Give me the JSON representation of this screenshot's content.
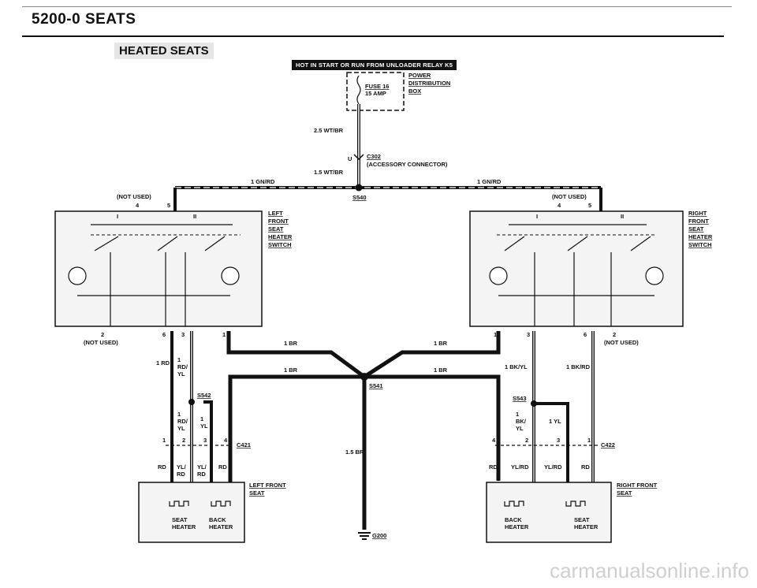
{
  "header": {
    "page_title": "5200-0   SEATS",
    "section_title": "HEATED SEATS"
  },
  "banner": "HOT IN START OR RUN FROM UNLOADER RELAY K5",
  "fuse": {
    "name": "FUSE 16",
    "rating": "15 AMP"
  },
  "power_box": [
    "POWER",
    "DISTRIBUTION",
    "BOX"
  ],
  "wires": {
    "feed": "2.5 WT/BR",
    "feed2": "1.5 WT/BR",
    "gnrd_left": "1 GN/RD",
    "gnrd_right": "1 GN/RD",
    "br1": "1 BR",
    "br2": "1 BR",
    "br3": "1 BR",
    "br4": "1 BR",
    "br_main": "1.5 BR",
    "rd_left": "1 RD",
    "rdyl_left": [
      "1",
      "RD/",
      "YL"
    ],
    "bkyl_right": "1 BK/YL",
    "bkrd_right": "1 BK/RD",
    "s542_rdyl": [
      "1",
      "RD/",
      "YL"
    ],
    "s542_yl": [
      "1",
      "YL"
    ],
    "s543_bkyl": [
      "1",
      "BK/",
      "YL"
    ],
    "s543_yl": "1 YL"
  },
  "connectors": {
    "c302": "C302",
    "c302_desc": "(ACCESSORY CONNECTOR)",
    "c302_u": "U",
    "s540": "S540",
    "s541": "S541",
    "s542": "S542",
    "s543": "S543",
    "c421": "C421",
    "c422": "C422",
    "g200": "G200"
  },
  "left_switch": {
    "name": [
      "LEFT",
      "FRONT",
      "SEAT",
      "HEATER",
      "SWITCH"
    ],
    "not_used_top": "(NOT USED)",
    "pin4": "4",
    "pin5": "5",
    "pos1": "I",
    "pos2": "II",
    "pin2": "2",
    "not_used_bottom": "(NOT USED)",
    "pin6": "6",
    "pin3": "3",
    "pin1": "1"
  },
  "right_switch": {
    "name": [
      "RIGHT",
      "FRONT",
      "SEAT",
      "HEATER",
      "SWITCH"
    ],
    "not_used_top": "(NOT USED)",
    "pin4": "4",
    "pin5": "5",
    "pos1": "I",
    "pos2": "II",
    "pin1": "1",
    "pin3": "3",
    "pin6": "6",
    "pin2": "2",
    "not_used_bottom": "(NOT USED)"
  },
  "left_connector_pins": {
    "p1": "1",
    "p2": "2",
    "p3": "3",
    "p4": "4"
  },
  "right_connector_pins": {
    "p4": "4",
    "p2": "2",
    "p3": "3",
    "p1": "1"
  },
  "left_seat": {
    "name": [
      "LEFT FRONT",
      "SEAT"
    ],
    "wire_rd": "RD",
    "wire_ylrd1": [
      "YL/",
      "RD"
    ],
    "wire_ylrd2": [
      "YL/",
      "RD"
    ],
    "wire_rd2": "RD",
    "heater1": [
      "SEAT",
      "HEATER"
    ],
    "heater2": [
      "BACK",
      "HEATER"
    ]
  },
  "right_seat": {
    "name": [
      "RIGHT FRONT",
      "SEAT"
    ],
    "wire_rd": "RD",
    "wire_ylrd1": "YL/RD",
    "wire_ylrd2": "YL/RD",
    "wire_rd2": "RD",
    "heater1": [
      "BACK",
      "HEATER"
    ],
    "heater2": [
      "SEAT",
      "HEATER"
    ]
  },
  "watermark": "carmanualsonline.info"
}
